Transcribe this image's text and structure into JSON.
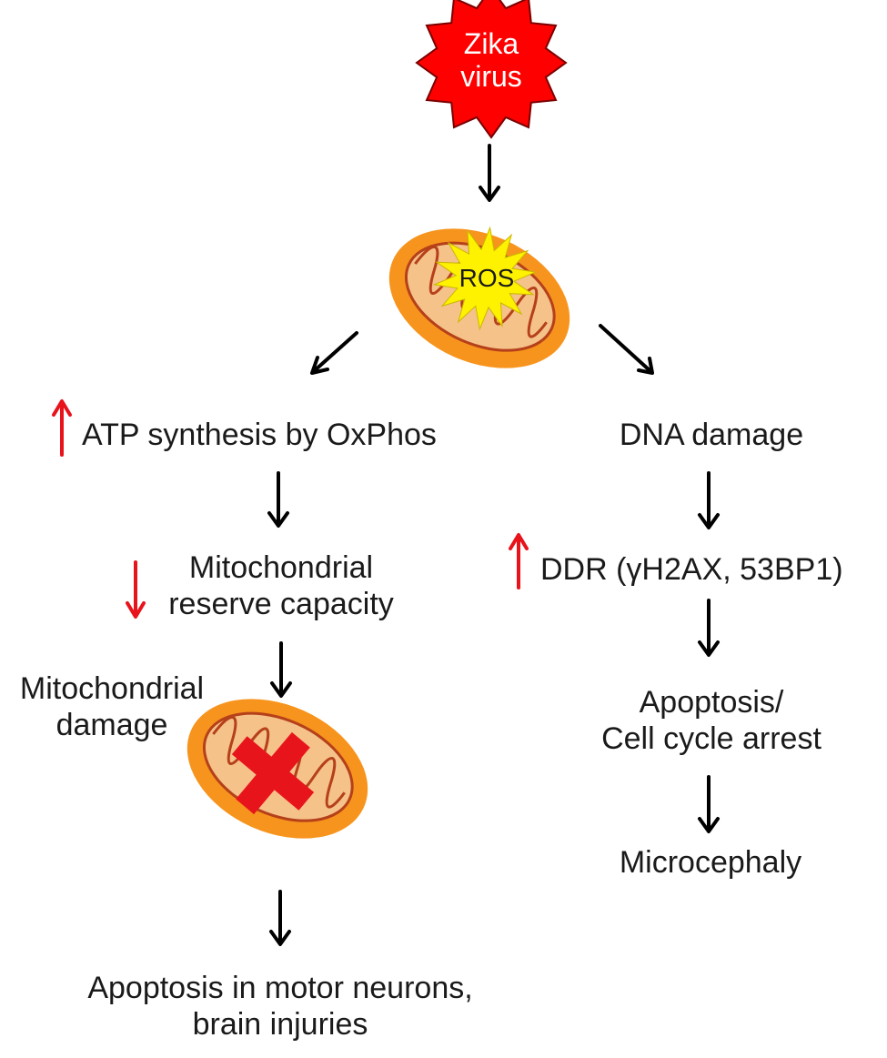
{
  "colors": {
    "virus_fill": "#ff0000",
    "mito_outer": "#f7941d",
    "mito_inner": "#f5c28a",
    "mito_cristae": "#b5401a",
    "ros_burst": "#fff200",
    "damage_cross": "#e8141c",
    "up_down_arrow": "#e8141c",
    "flow_arrow": "#000000"
  },
  "nodes": {
    "virus": {
      "line1": "Zika",
      "line2": "virus"
    },
    "ros": {
      "label": "ROS"
    },
    "atp": {
      "label": "ATP synthesis by OxPhos",
      "indicator": "up"
    },
    "reserve": {
      "line1": "Mitochondrial",
      "line2": "reserve capacity",
      "indicator": "down"
    },
    "mito_damage": {
      "line1": "Mitochondrial",
      "line2": "damage"
    },
    "apoptosis_motor": {
      "line1": "Apoptosis in motor neurons,",
      "line2": "brain injuries"
    },
    "dna_damage": {
      "label": "DNA damage"
    },
    "ddr": {
      "label": "DDR (γH2AX, 53BP1)",
      "indicator": "up"
    },
    "apoptosis_cc": {
      "line1": "Apoptosis/",
      "line2": "Cell cycle arrest"
    },
    "microcephaly": {
      "label": "Microcephaly"
    }
  },
  "icons": {
    "virus": "virus-star-icon",
    "mitochondrion": "mitochondrion-icon",
    "ros": "ros-burst-icon",
    "damage": "red-cross-icon"
  }
}
